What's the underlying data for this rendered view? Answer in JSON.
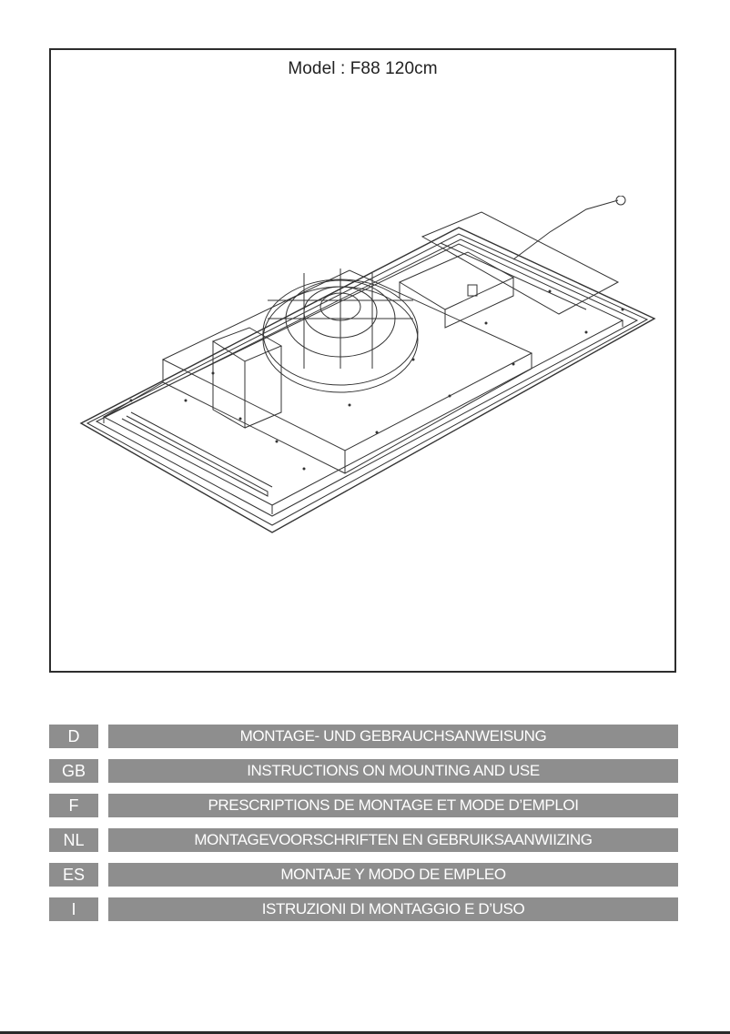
{
  "cover": {
    "model_label": "Model : F88 120cm",
    "illustration": "range-hood-isometric-drawing"
  },
  "languages": [
    {
      "code": "D",
      "title": "MONTAGE- UND GEBRAUCHSANWEISUNG"
    },
    {
      "code": "GB",
      "title": "INSTRUCTIONS ON MOUNTING AND USE"
    },
    {
      "code": "F",
      "title": "PRESCRIPTIONS DE MONTAGE ET MODE D’EMPLOI"
    },
    {
      "code": "NL",
      "title": "MONTAGEVOORSCHRIFTEN EN GEBRUIKSAANWIIZING"
    },
    {
      "code": "ES",
      "title": "MONTAJE Y MODO DE EMPLEO"
    },
    {
      "code": "I",
      "title": "ISTRUZIONI DI MONTAGGIO E D’USO"
    }
  ],
  "colors": {
    "bar_gray": "#8e8e8e",
    "frame_border": "#2d2d2d",
    "text_on_bar": "#ffffff"
  }
}
